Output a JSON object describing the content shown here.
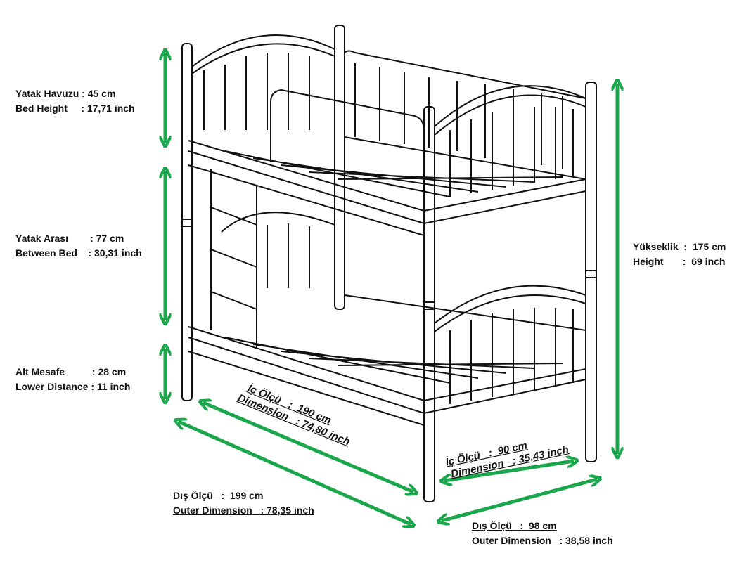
{
  "colors": {
    "arrow": "#1aa64a",
    "drawing": "#111111"
  },
  "labels": {
    "bed_height": {
      "line1": "Yatak Havuzu : 45 cm",
      "line2": "Bed Height     : 17,71 inch"
    },
    "between_bed": {
      "line1": "Yatak Arası        : 77 cm",
      "line2": "Between Bed    : 30,31 inch"
    },
    "lower_distance": {
      "line1": "Alt Mesafe          : 28 cm",
      "line2": "Lower Distance : 11 inch"
    },
    "height": {
      "line1": "Yükseklik  :  175 cm",
      "line2": "Height       :  69 inch"
    },
    "inner_length": {
      "line1": "İç Ölçü   :  190 cm",
      "line2": "Dimension   : 74,80 inch"
    },
    "inner_width": {
      "line1": "İç Ölçü   :  90 cm",
      "line2": "Dimension   : 35,43 inch"
    },
    "outer_length": {
      "line1": "Dış Ölçü   :  199 cm",
      "line2": "Outer Dimension   : 78,35 inch"
    },
    "outer_width": {
      "line1": "Dış Ölçü   :  98 cm",
      "line2": "Outer Dimension   : 38,58 inch"
    }
  }
}
